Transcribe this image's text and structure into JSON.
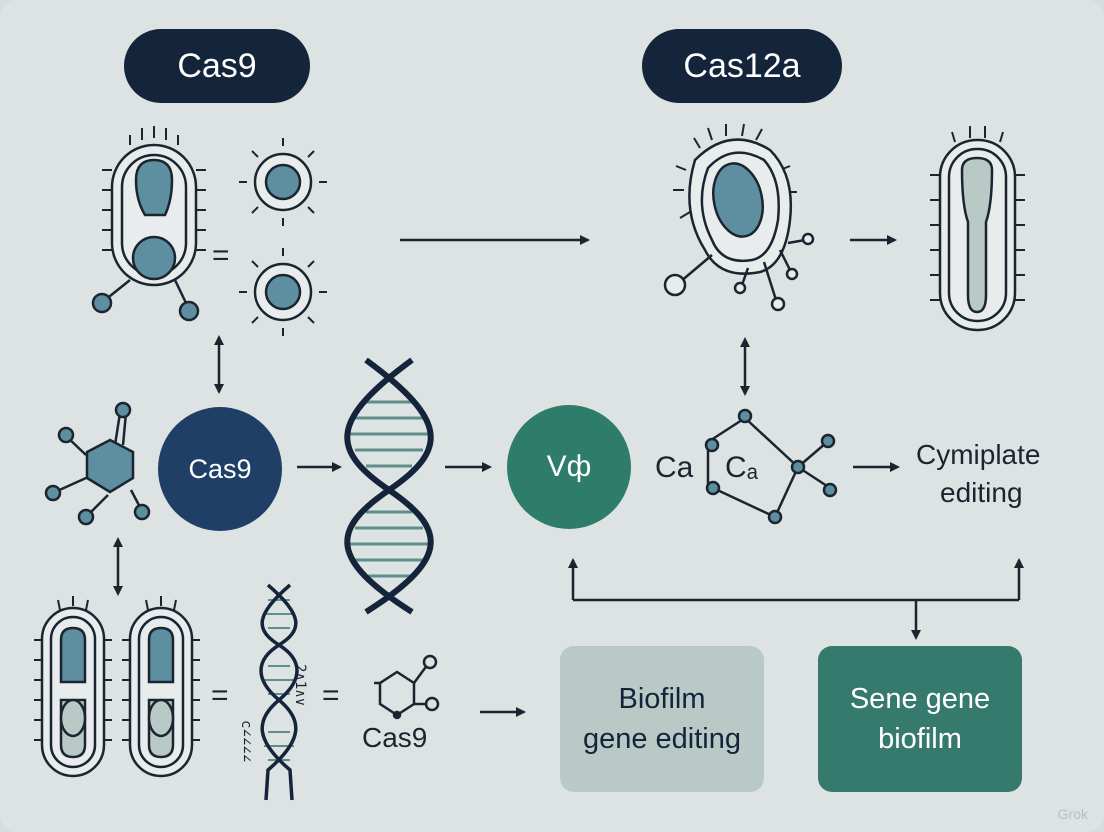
{
  "header": {
    "left_title": "Cas9",
    "right_title": "Cas12a"
  },
  "nodes": {
    "cas9_circle": "Cas9",
    "v_circle": "Vф",
    "ca_left": "Ca",
    "ca_right": "Cₐ",
    "output_line1": "Cymiplate",
    "output_line2": "editing",
    "cas9_small": "Cas9"
  },
  "boxes": {
    "biofilm_box": {
      "line1": "Biofilm",
      "line2": "gene editing"
    },
    "sene_box": {
      "line1": "Sene gene",
      "line2": "biofilm"
    }
  },
  "dna_glyphs": {
    "left": "c∠∠∠∠",
    "right": "2∧1∧∨"
  },
  "watermark": "Grok",
  "colors": {
    "navy": "#14243a",
    "teal": "#2e7d6b",
    "blue_circle": "#1f3f66",
    "cell_fill": "#5e8fa0",
    "box_light": "#b9cac6",
    "box_dark": "#357a6c"
  }
}
